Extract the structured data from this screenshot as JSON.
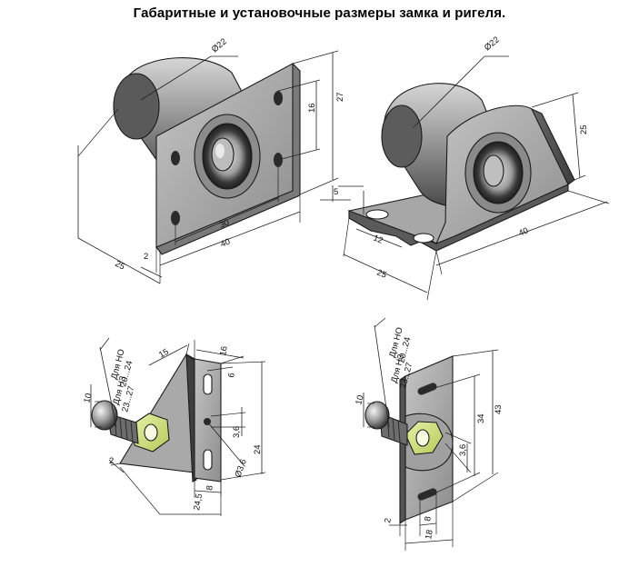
{
  "title": "Габаритные и установочные размеры замка и ригеля.",
  "views": {
    "lock_flange": {
      "labels": {
        "d_body": "Ø22",
        "h_outer": "27",
        "h_inner": "16",
        "w_inner": "30",
        "w_outer": "40",
        "depth": "25",
        "thickness": "2"
      }
    },
    "lock_bracket": {
      "labels": {
        "d_body": "Ø22",
        "height": "25",
        "slot": "5",
        "width": "40",
        "lug": "12",
        "depth": "25"
      }
    },
    "striker_angle": {
      "labels": {
        "ho_title": "Для НО",
        "ho_range": "20...24",
        "nz_title": "Для НЗ",
        "nz_range": "23...27",
        "pin": "10",
        "offset": "15",
        "width": "16",
        "slot": "6",
        "hole_pitch": "3,6",
        "height": "24",
        "hole_d": "Ø3,6",
        "thickness": "2",
        "base": "8",
        "depth": "24,5"
      }
    },
    "striker_flat": {
      "labels": {
        "ho_title": "Для НО",
        "ho_range": "20...24",
        "nz_title": "Для НЗ",
        "nz_range": "23...27",
        "pin": "10",
        "h_outer": "43",
        "h_inner": "34",
        "hole_pitch": "3,6",
        "thickness": "2",
        "base": "8",
        "width": "18"
      }
    }
  }
}
